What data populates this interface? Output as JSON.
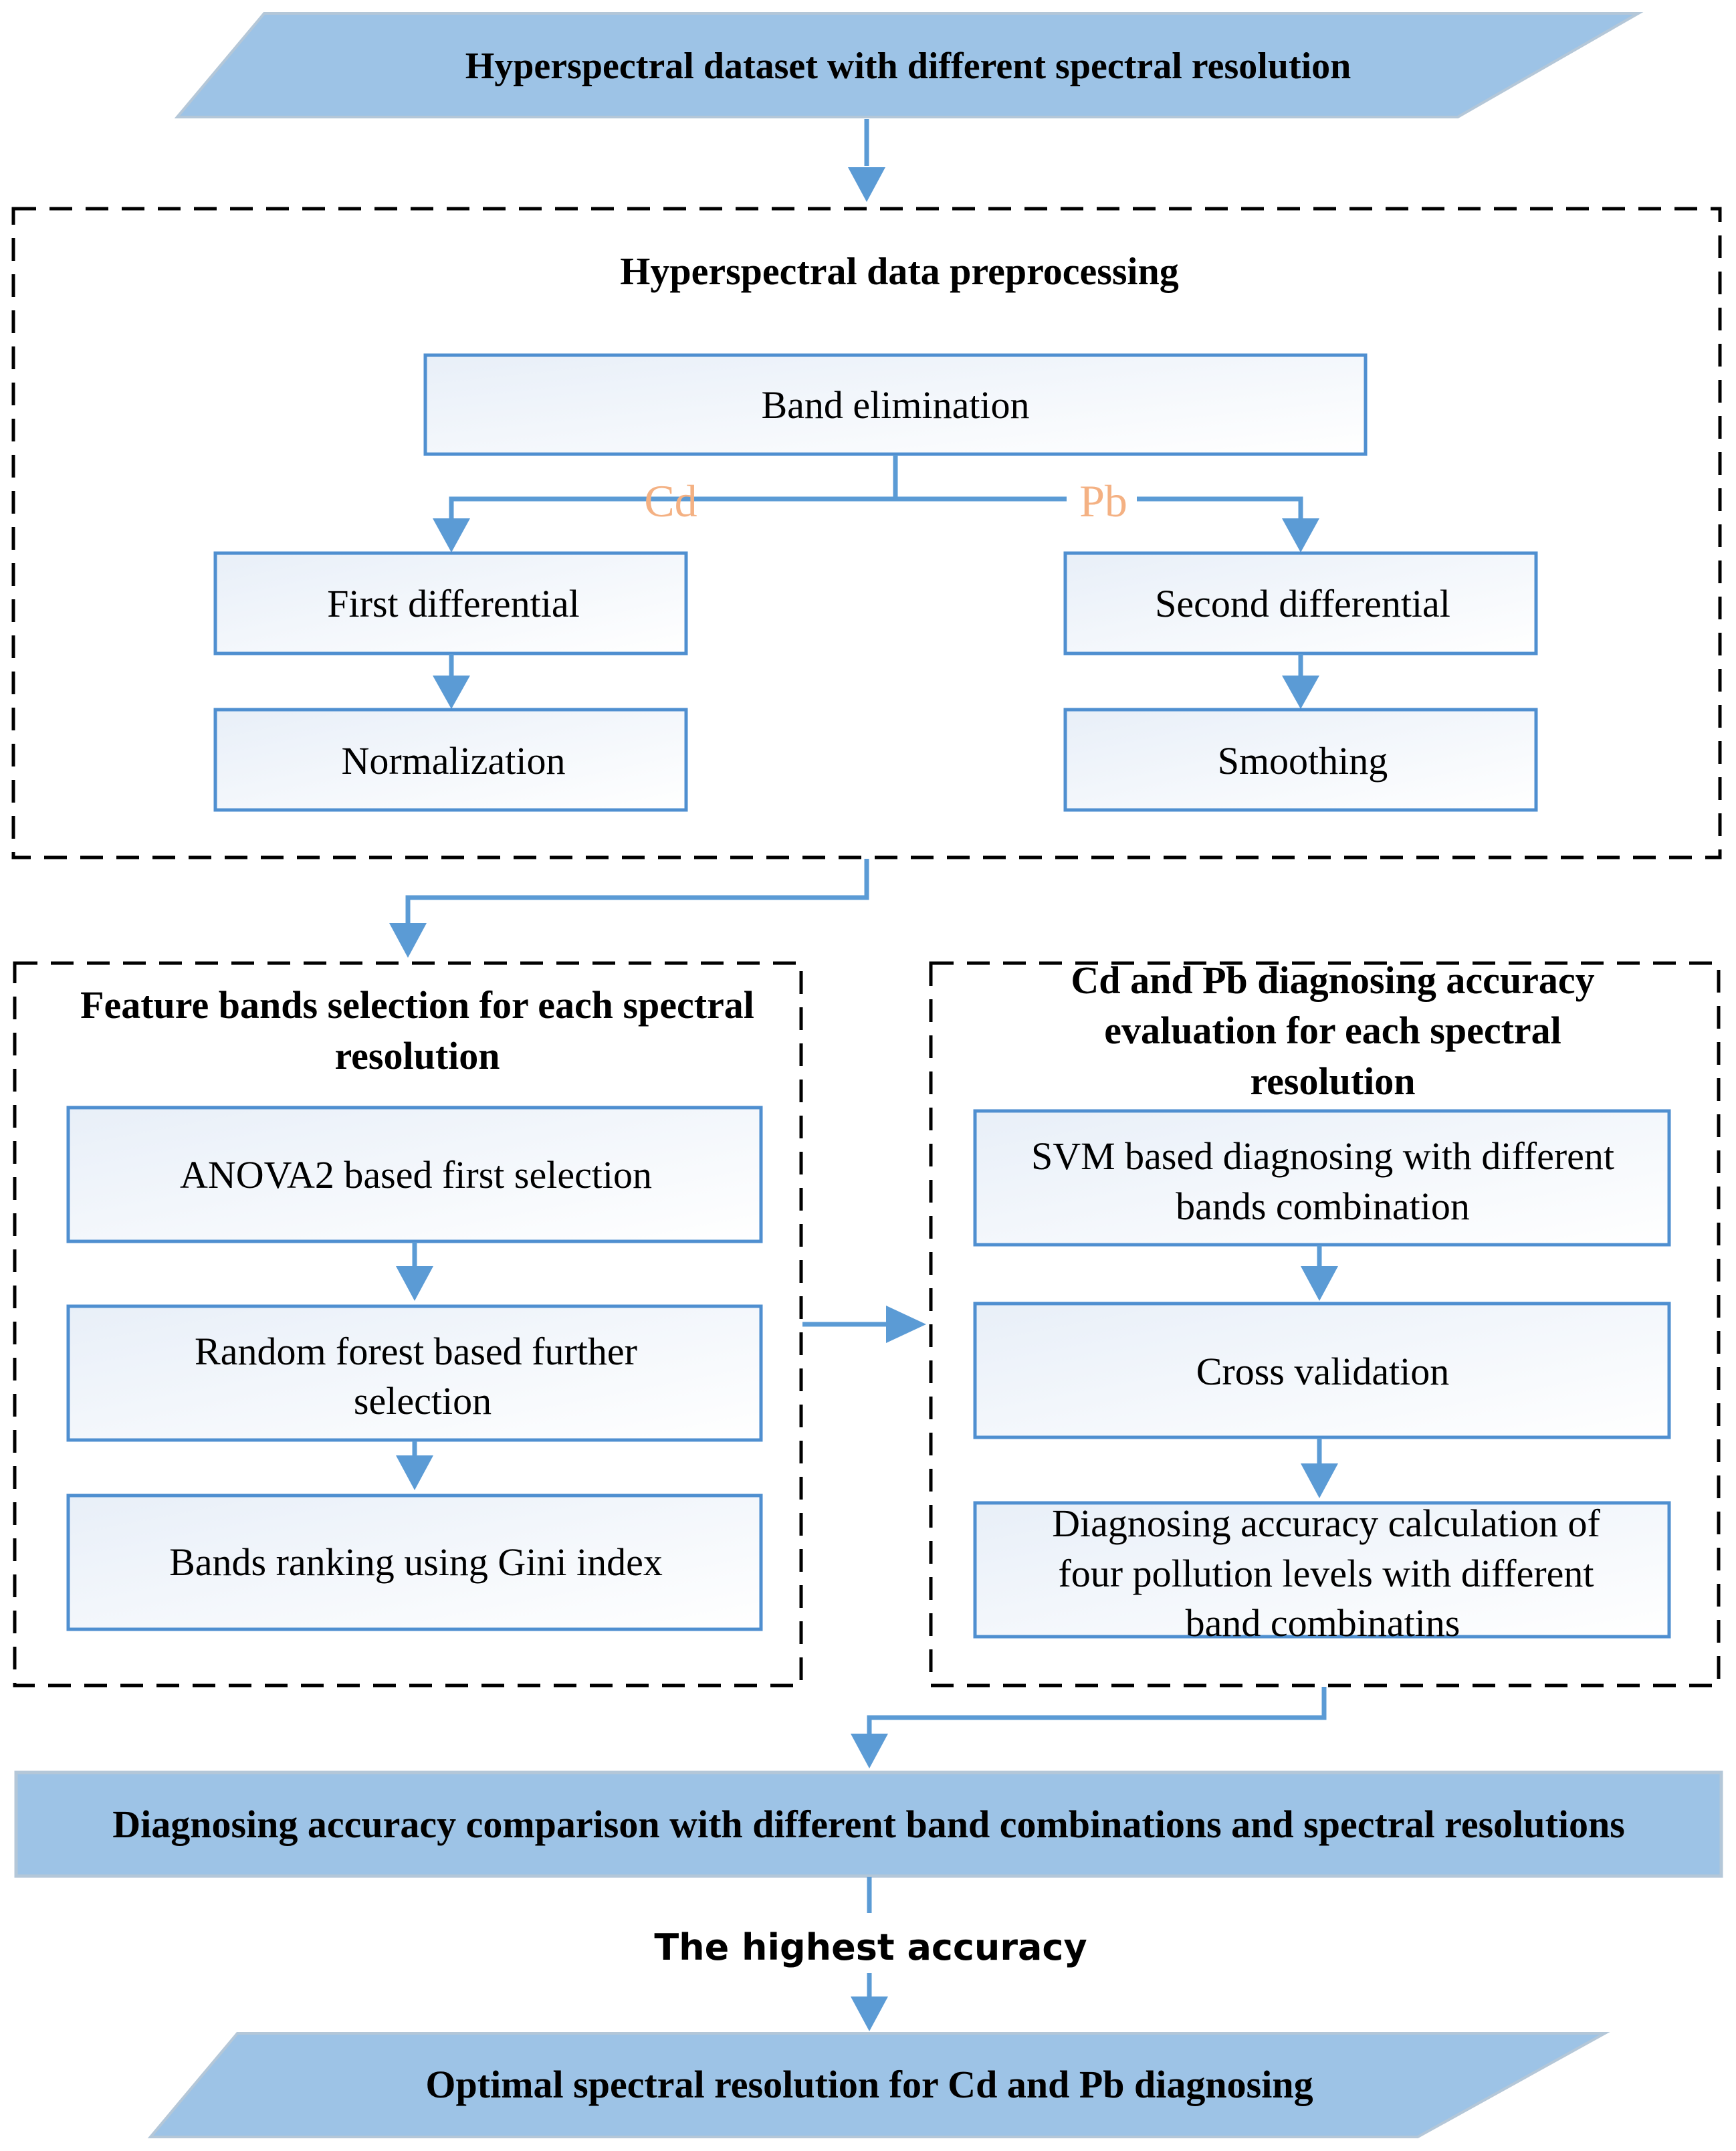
{
  "colors": {
    "banner_fill": "#9dc3e6",
    "banner_stroke": "#b4c7d8",
    "box_stroke": "#4f8fd0",
    "box_fill_start": "#e8eff8",
    "box_fill_end": "#ffffff",
    "arrow": "#5b9bd5",
    "branch_label": "#f4b183",
    "text": "#000000",
    "dashed": "#000000"
  },
  "top_banner": {
    "label": "Hyperspectral dataset with different spectral resolution"
  },
  "preprocessing": {
    "title": "Hyperspectral data preprocessing",
    "band_elimination": "Band elimination",
    "cd_label": "Cd",
    "pb_label": "Pb",
    "first_differential": "First differential",
    "normalization": "Normalization",
    "second_differential": "Second differential",
    "smoothing": "Smoothing"
  },
  "feature_selection": {
    "title_line1": "Feature bands selection for each spectral",
    "title_line2": "resolution",
    "anova": "ANOVA2 based first selection",
    "random_forest_line1": "Random forest based further",
    "random_forest_line2": "selection",
    "gini": "Bands ranking using Gini index"
  },
  "evaluation": {
    "title_line1": "Cd and Pb diagnosing accuracy",
    "title_line2": "evaluation for each spectral",
    "title_line3": "resolution",
    "svm_line1": "SVM based diagnosing  with different",
    "svm_line2": "bands combination",
    "cross_validation": "Cross validation",
    "calc_line1": "Diagnosing  accuracy calculation of",
    "calc_line2": "four pollution levels with different",
    "calc_line3": "band combinatins"
  },
  "comparison_banner": {
    "label": "Diagnosing accuracy comparison with different band combinations and spectral resolutions"
  },
  "highest_accuracy_label": "The highest accuracy",
  "bottom_banner": {
    "label": "Optimal spectral resolution for Cd and Pb diagnosing"
  }
}
